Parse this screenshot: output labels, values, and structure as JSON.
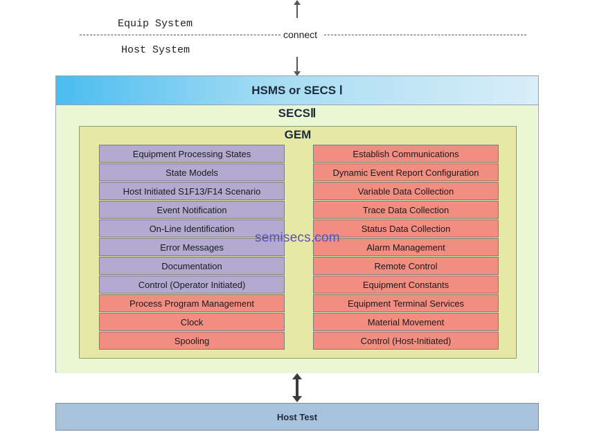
{
  "labels": {
    "equip_system": "Equip System",
    "host_system": "Host System",
    "connect": "connect"
  },
  "layers": {
    "hsms": "HSMS or SECS Ⅰ",
    "secs2": "SECSⅡ",
    "gem": "GEM",
    "host_test": "Host Test"
  },
  "gem_left": [
    {
      "label": "Equipment Processing States",
      "color": "purple"
    },
    {
      "label": "State Models",
      "color": "purple"
    },
    {
      "label": "Host Initiated S1F13/F14 Scenario",
      "color": "purple"
    },
    {
      "label": "Event Notification",
      "color": "purple"
    },
    {
      "label": "On-Line Identification",
      "color": "purple"
    },
    {
      "label": "Error Messages",
      "color": "purple"
    },
    {
      "label": "Documentation",
      "color": "purple"
    },
    {
      "label": "Control (Operator Initiated)",
      "color": "purple"
    },
    {
      "label": "Process Program Management",
      "color": "red"
    },
    {
      "label": "Clock",
      "color": "red"
    },
    {
      "label": "Spooling",
      "color": "red"
    }
  ],
  "gem_right": [
    {
      "label": "Establish Communications",
      "color": "red"
    },
    {
      "label": "Dynamic Event Report Configuration",
      "color": "red"
    },
    {
      "label": "Variable Data Collection",
      "color": "red"
    },
    {
      "label": "Trace Data Collection",
      "color": "red"
    },
    {
      "label": "Status Data Collection",
      "color": "red"
    },
    {
      "label": "Alarm Management",
      "color": "red"
    },
    {
      "label": "Remote Control",
      "color": "red"
    },
    {
      "label": "Equipment Constants",
      "color": "red"
    },
    {
      "label": "Equipment Terminal Services",
      "color": "red"
    },
    {
      "label": "Material Movement",
      "color": "red"
    },
    {
      "label": "Control (Host-Initiated)",
      "color": "red"
    }
  ],
  "watermark": "semisecs.com",
  "colors": {
    "purple": "#b3aad0",
    "red": "#f18d81",
    "hsms_band": "#49bdf0",
    "secs2_fill": "#e9f7d4",
    "gem_fill": "#e6e8a6",
    "host_test_fill": "#a8c2dc"
  }
}
